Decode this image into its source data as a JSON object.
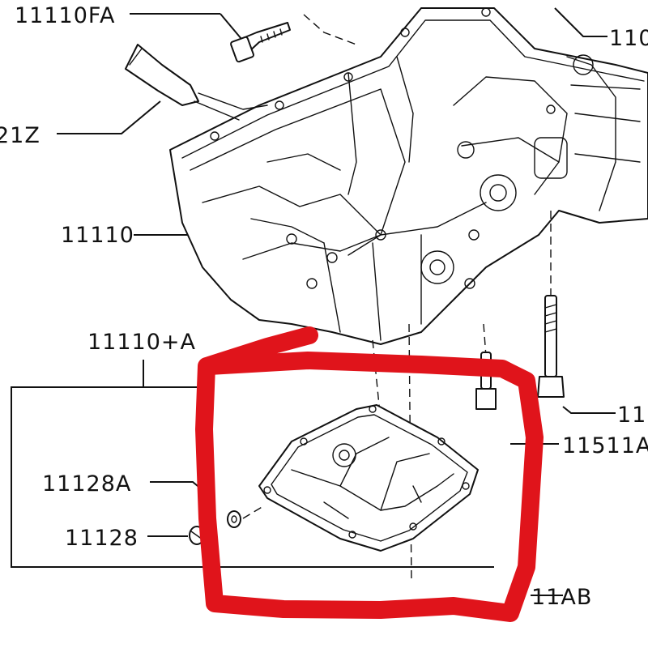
{
  "labels": {
    "oil_pan_bolt": "11110FA",
    "top_right_cut": "110",
    "gauge_tube_cut": "21Z",
    "upper_oil_pan": "11110",
    "oil_pan_assembly": "11110+A",
    "right_bolt_cut": "11",
    "oil_strainer_cut": "11511A",
    "drain_plug_washer": "11128A",
    "drain_plug": "11128",
    "lower_right_cut": "11AB"
  },
  "highlight": {
    "color": "#e0141b",
    "shape": "hand-drawn rectangle"
  }
}
